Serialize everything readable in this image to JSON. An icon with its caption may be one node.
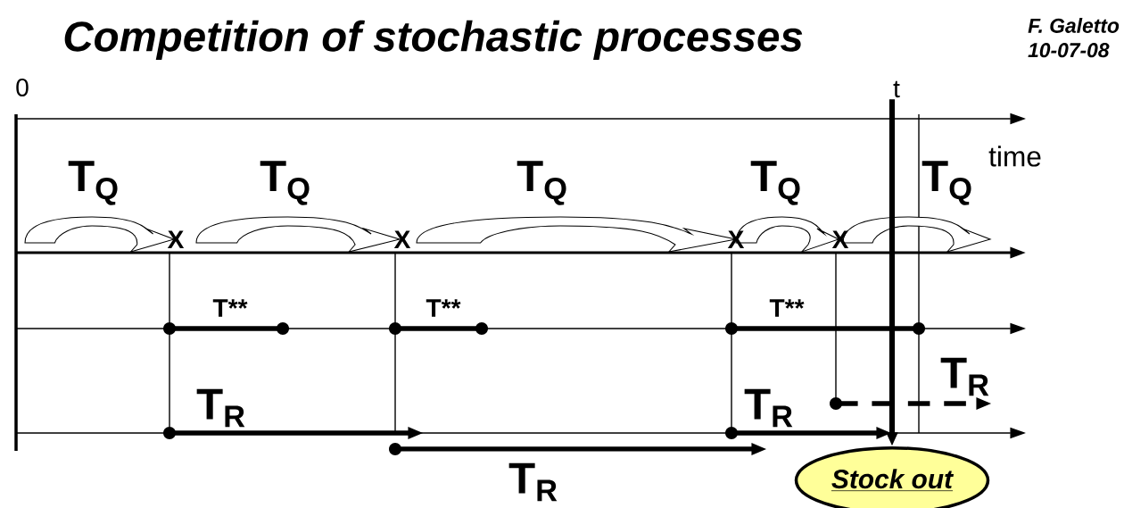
{
  "diagram": {
    "title": "Competition of stochastic processes",
    "nodes": [
      {
        "text": [
          "t"
        ]
      },
      {
        "text": [
          "Stock out"
        ]
      }
    ],
    "edges": [
      {
        "from": 0,
        "to": 1,
        "arrow": "to"
      }
    ],
    "labels": [
      "F. Galetto",
      "10-07-08",
      "0",
      "time",
      "T$_{Q}$",
      "T$_{Q}$",
      "T$_{Q}$",
      "T$_{Q}$",
      "T$_{Q}$",
      "X",
      "X",
      "X",
      "X",
      "T**",
      "T**",
      "T**",
      "T$_{R}$",
      "T$_{R}$",
      "T$_{R}$",
      "T$_{R}$"
    ]
  }
}
